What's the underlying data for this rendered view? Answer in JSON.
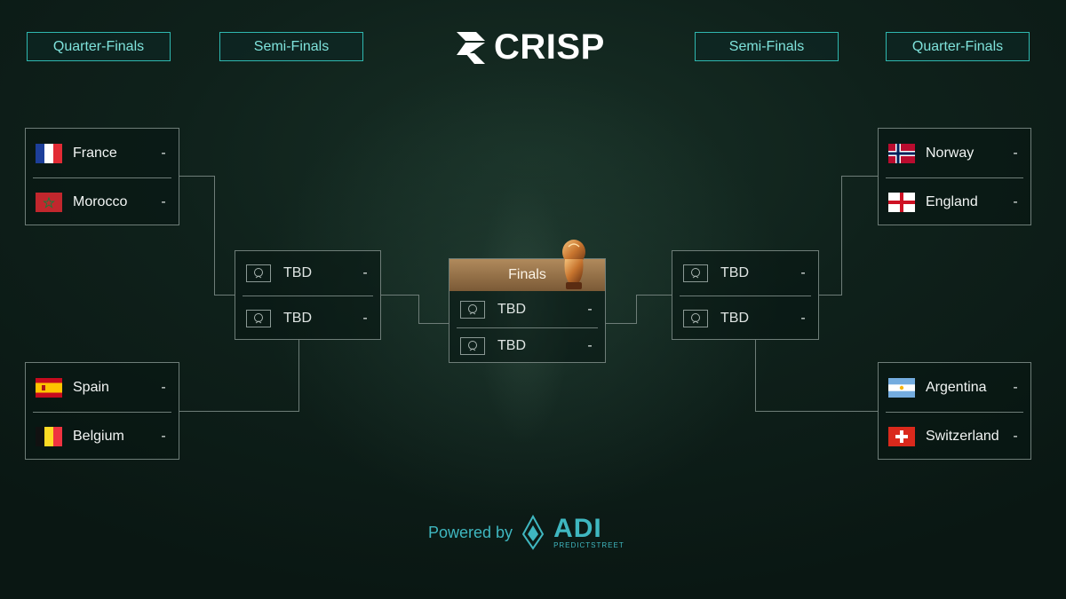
{
  "header": {
    "logo_text": "CRISP",
    "rounds": {
      "left_quarter": "Quarter-Finals",
      "left_semi": "Semi-Finals",
      "right_semi": "Semi-Finals",
      "right_quarter": "Quarter-Finals"
    }
  },
  "quarter_finals": {
    "left_top": [
      {
        "team": "France",
        "score": "-",
        "flag": "france-flag"
      },
      {
        "team": "Morocco",
        "score": "-",
        "flag": "morocco-flag"
      }
    ],
    "left_bottom": [
      {
        "team": "Spain",
        "score": "-",
        "flag": "spain-flag"
      },
      {
        "team": "Belgium",
        "score": "-",
        "flag": "belgium-flag"
      }
    ],
    "right_top": [
      {
        "team": "Norway",
        "score": "-",
        "flag": "norway-flag"
      },
      {
        "team": "England",
        "score": "-",
        "flag": "england-flag"
      }
    ],
    "right_bottom": [
      {
        "team": "Argentina",
        "score": "-",
        "flag": "argentina-flag"
      },
      {
        "team": "Switzerland",
        "score": "-",
        "flag": "switzerland-flag"
      }
    ]
  },
  "semi_finals": {
    "left": [
      {
        "team": "TBD",
        "score": "-"
      },
      {
        "team": "TBD",
        "score": "-"
      }
    ],
    "right": [
      {
        "team": "TBD",
        "score": "-"
      },
      {
        "team": "TBD",
        "score": "-"
      }
    ]
  },
  "finals": {
    "label": "Finals",
    "teams": [
      {
        "team": "TBD",
        "score": "-"
      },
      {
        "team": "TBD",
        "score": "-"
      }
    ]
  },
  "footer": {
    "powered_by": "Powered by",
    "brand": "ADI",
    "brand_sub": "PREDICTSTREET"
  },
  "colors": {
    "accent": "#2fb8b0",
    "brand_teal": "#3fb7c0",
    "finals_gold": "#b08a5c",
    "background": "#0f211b"
  }
}
